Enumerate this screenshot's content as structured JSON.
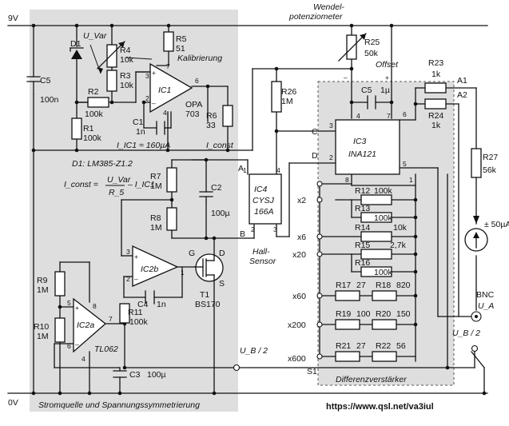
{
  "rails": {
    "v9": "9V",
    "v0": "0V"
  },
  "footer": {
    "left_caption": "Stromquelle und Spannungssymmetrierung",
    "right_caption": "Differenzverstärker",
    "url": "https://www.qsl.net/va3iul"
  },
  "formula": {
    "d1": "D1: LM385-Z1.2",
    "lhs": "I_const =",
    "num": "U_Var",
    "den": "R_5",
    "tail": "– I_IC1"
  },
  "labels": {
    "uvar": "U_Var",
    "kalibrierung": "Kalibrierung",
    "iic1": "I_IC1 ≈ 160µA",
    "iconst": "I_const",
    "hall": "Hall-",
    "sensor": "Sensor",
    "wendel1": "Wendel-",
    "wendel2": "potenziometer",
    "offset": "Offset",
    "bnc": "BNC",
    "ua": "U_A",
    "ub2a": "U_B / 2",
    "ub2b": "U_B / 2",
    "current": "± 50µA",
    "s1": "S1"
  },
  "nodes": {
    "A": "A",
    "B": "B",
    "C": "C",
    "D": "D",
    "A1": "A1",
    "A2": "A2",
    "G": "G",
    "S": "S",
    "Dn": "D"
  },
  "components": {
    "R1": {
      "name": "R1",
      "value": "100k"
    },
    "R2": {
      "name": "R2",
      "value": "100k"
    },
    "R3": {
      "name": "R3",
      "value": "10k"
    },
    "R4": {
      "name": "R4",
      "value": "10k"
    },
    "R5": {
      "name": "R5",
      "value": "51"
    },
    "R6": {
      "name": "R6",
      "value": "33"
    },
    "R7": {
      "name": "R7",
      "value": "1M"
    },
    "R8": {
      "name": "R8",
      "value": "1M"
    },
    "R9": {
      "name": "R9",
      "value": "1M"
    },
    "R10": {
      "name": "R10",
      "value": "1M"
    },
    "R11": {
      "name": "R11",
      "value": "100k"
    },
    "R12": {
      "name": "R12",
      "value": "100k"
    },
    "R13": {
      "name": "R13",
      "value": "100k"
    },
    "R14": {
      "name": "R14",
      "value": "10k"
    },
    "R15": {
      "name": "R15",
      "value": "2,7k"
    },
    "R16": {
      "name": "R16",
      "value": "100k"
    },
    "R17": {
      "name": "R17",
      "value": "27"
    },
    "R18": {
      "name": "R18",
      "value": "820"
    },
    "R19": {
      "name": "R19",
      "value": "100"
    },
    "R20": {
      "name": "R20",
      "value": "150"
    },
    "R21": {
      "name": "R21",
      "value": "27"
    },
    "R22": {
      "name": "R22",
      "value": "56"
    },
    "R23": {
      "name": "R23",
      "value": "1k"
    },
    "R24": {
      "name": "R24",
      "value": "1k"
    },
    "R25": {
      "name": "R25",
      "value": "50k"
    },
    "R26": {
      "name": "R26",
      "value": "1M"
    },
    "R27": {
      "name": "R27",
      "value": "56k"
    },
    "C1": {
      "name": "C1",
      "value": "1n"
    },
    "C2": {
      "name": "C2",
      "value": "100µ"
    },
    "C3": {
      "name": "C3",
      "value": "100µ"
    },
    "C4": {
      "name": "C4",
      "value": "1n"
    },
    "C5": {
      "name": "C5",
      "value": "100n"
    },
    "C5b": {
      "name": "C5",
      "value": "1µ"
    },
    "D1": {
      "name": "D1"
    },
    "T1": {
      "name": "T1",
      "value": "BS170"
    },
    "IC1": {
      "name": "IC1",
      "value": "OPA",
      "value2": "703"
    },
    "IC2a": {
      "name": "IC2a",
      "value": "TL062"
    },
    "IC2b": {
      "name": "IC2b"
    },
    "IC3": {
      "name": "IC3",
      "value": "INA121"
    },
    "IC4": {
      "name": "IC4",
      "value": "CYSJ",
      "value2": "166A"
    }
  },
  "pins": {
    "p1": "1",
    "p2": "2",
    "p3": "3",
    "p4": "4",
    "p5": "5",
    "p6": "6",
    "p7": "7",
    "p8": "8",
    "plus": "+",
    "minus": "–"
  },
  "gains": [
    "x2",
    "x6",
    "x20",
    "x60",
    "x200",
    "x600"
  ]
}
